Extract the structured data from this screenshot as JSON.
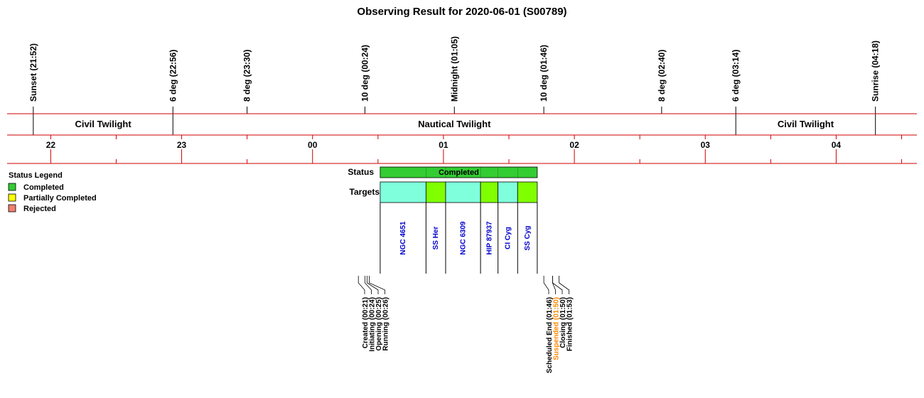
{
  "title": "Observing Result for 2020-06-01 (S00789)",
  "colors": {
    "axis_line": "#cc0000",
    "completed": "#33cc33",
    "target_light": "#80ffdd",
    "target_bright": "#80ff00",
    "legend_partial": "#ffff00",
    "legend_rejected": "#f08070",
    "target_label": "#0000cc",
    "highlight_orange": "#ff8800"
  },
  "timeline": {
    "start": "21:40",
    "end": "04:37",
    "hour_labels": [
      "22",
      "23",
      "00",
      "01",
      "02",
      "03",
      "04"
    ]
  },
  "sun_events": [
    {
      "label": "Sunset (21:52)",
      "time": "21:52"
    },
    {
      "label": "6 deg (22:56)",
      "time": "22:56"
    },
    {
      "label": "8 deg (23:30)",
      "time": "23:30"
    },
    {
      "label": "10 deg (00:24)",
      "time": "00:24"
    },
    {
      "label": "Midnight (01:05)",
      "time": "01:05"
    },
    {
      "label": "10 deg (01:46)",
      "time": "01:46"
    },
    {
      "label": "8 deg (02:40)",
      "time": "02:40"
    },
    {
      "label": "6 deg (03:14)",
      "time": "03:14"
    },
    {
      "label": "Sunrise (04:18)",
      "time": "04:18"
    }
  ],
  "twilight_bands": [
    {
      "label": "Civil Twilight",
      "from": "21:52",
      "to": "22:56"
    },
    {
      "label": "Nautical Twilight",
      "from": "22:56",
      "to": "03:14"
    },
    {
      "label": "Civil Twilight",
      "from": "03:14",
      "to": "04:18"
    }
  ],
  "legend": {
    "title": "Status Legend",
    "items": [
      {
        "label": "Completed",
        "color": "#33cc33"
      },
      {
        "label": "Partially Completed",
        "color": "#ffff00"
      },
      {
        "label": "Rejected",
        "color": "#f08070"
      }
    ]
  },
  "status_row": {
    "label": "Status",
    "segments": [
      {
        "label": "Completed",
        "from": "00:31",
        "to": "01:43",
        "status": "completed"
      }
    ]
  },
  "targets_row": {
    "label": "Targets",
    "items": [
      {
        "name": "NGC 4651",
        "from": "00:31",
        "to": "00:52",
        "color": "target_light"
      },
      {
        "name": "SS Her",
        "from": "00:52",
        "to": "01:01",
        "color": "target_bright"
      },
      {
        "name": "NGC 6309",
        "from": "01:01",
        "to": "01:17",
        "color": "target_light"
      },
      {
        "name": "HIP 87937",
        "from": "01:17",
        "to": "01:25",
        "color": "target_bright"
      },
      {
        "name": "CI Cyg",
        "from": "01:25",
        "to": "01:34",
        "color": "target_light"
      },
      {
        "name": "SS Cyg",
        "from": "01:34",
        "to": "01:43",
        "color": "target_bright"
      }
    ]
  },
  "events": [
    {
      "label": "Created (00:21)",
      "time": "00:21",
      "highlight": false
    },
    {
      "label": "Initiating (00:24)",
      "time": "00:24",
      "highlight": false
    },
    {
      "label": "Opening (00:25)",
      "time": "00:25",
      "highlight": false
    },
    {
      "label": "Running (00:26)",
      "time": "00:26",
      "highlight": false
    },
    {
      "label": "Scheduled End (01:46)",
      "time": "01:46",
      "highlight": false
    },
    {
      "label": "Suspended (01:50)",
      "time": "01:50",
      "highlight": true
    },
    {
      "label": "Closing (01:50)",
      "time": "01:50",
      "highlight": false
    },
    {
      "label": "Finished (01:53)",
      "time": "01:53",
      "highlight": false
    }
  ]
}
